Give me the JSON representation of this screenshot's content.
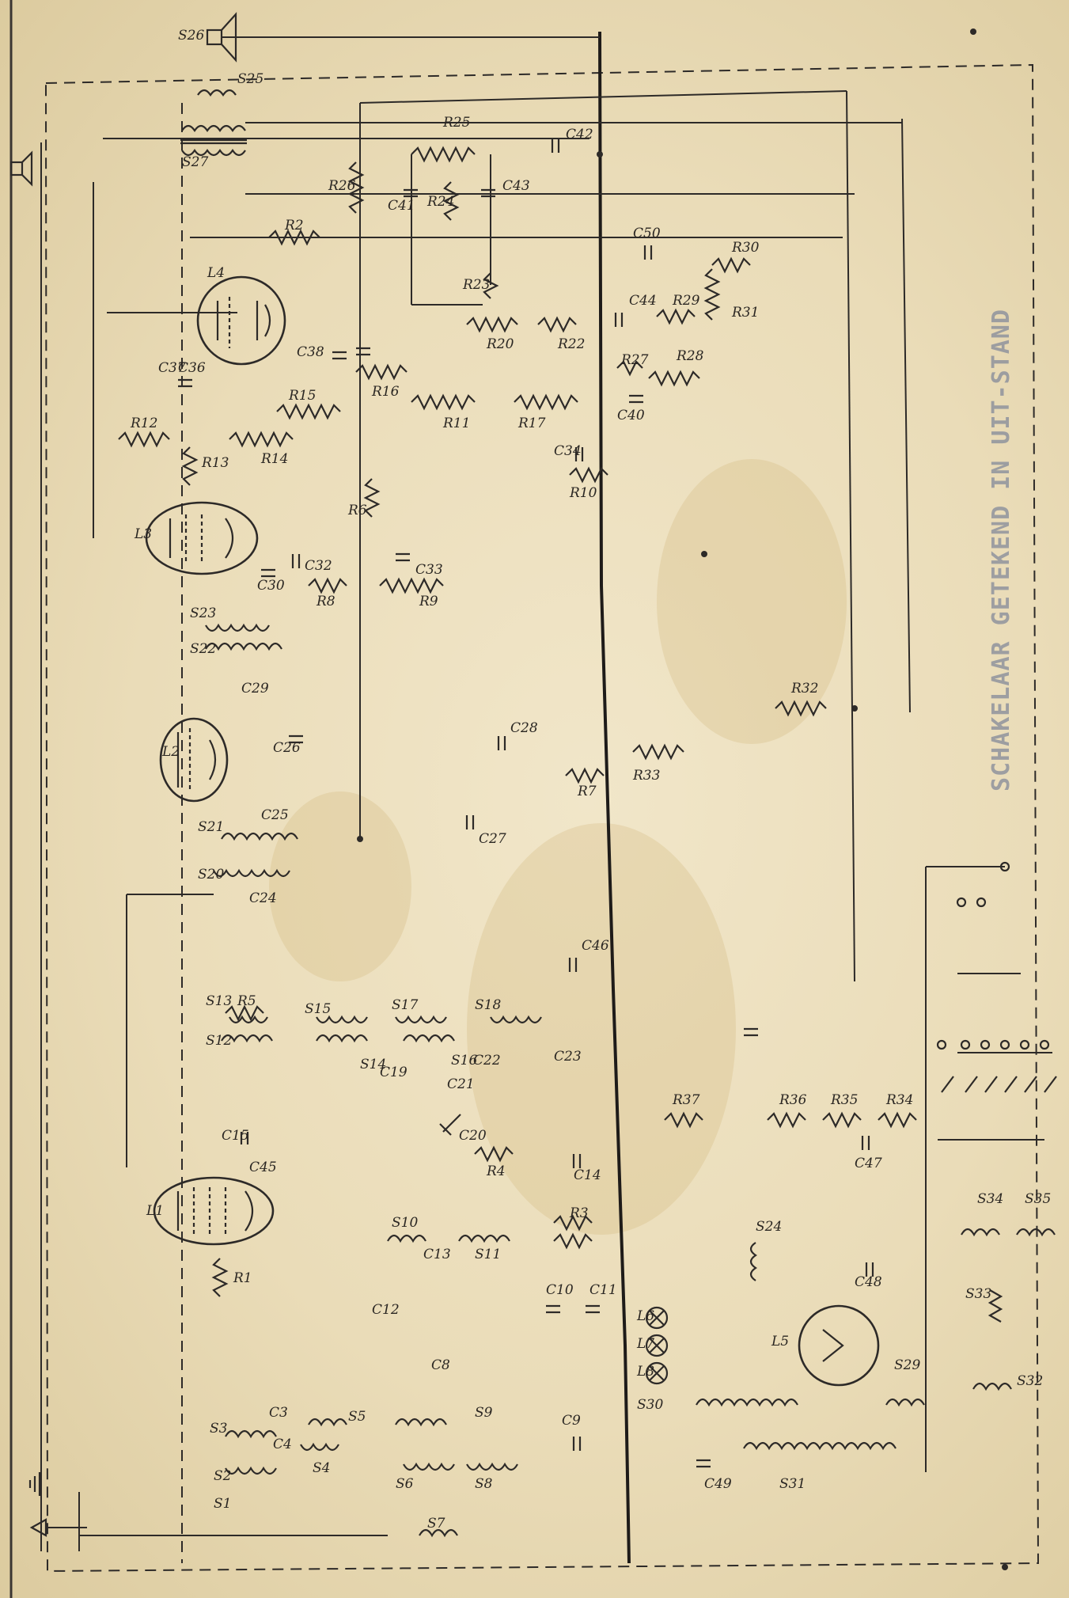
{
  "stamp_text": "SCHAKELAAR GETEKEND IN UIT-STAND",
  "tubes": [
    "L1",
    "L2",
    "L3",
    "L4",
    "L5"
  ],
  "lamp_labels": [
    "L6",
    "L7",
    "L8"
  ],
  "resistors": [
    "R1",
    "R2",
    "R3",
    "R4",
    "R5",
    "R6",
    "R7",
    "R8",
    "R9",
    "R10",
    "R11",
    "R12",
    "R13",
    "R14",
    "R15",
    "R16",
    "R17",
    "R20",
    "R22",
    "R23",
    "R24",
    "R25",
    "R26",
    "R27",
    "R28",
    "R29",
    "R30",
    "R31",
    "R32",
    "R33",
    "R34",
    "R35",
    "R36",
    "R37"
  ],
  "capacitors": [
    "C3",
    "C4",
    "C8",
    "C9",
    "C10",
    "C11",
    "C12",
    "C13",
    "C14",
    "C15",
    "C19",
    "C20",
    "C21",
    "C22",
    "C23",
    "C24",
    "C25",
    "C26",
    "C27",
    "C28",
    "C29",
    "C30",
    "C32",
    "C33",
    "C34",
    "C36",
    "C37",
    "C38",
    "C40",
    "C41",
    "C42",
    "C43",
    "C44",
    "C45",
    "C46",
    "C47",
    "C48",
    "C49",
    "C50"
  ],
  "coils": [
    "S1",
    "S2",
    "S3",
    "S4",
    "S5",
    "S6",
    "S7",
    "S8",
    "S9",
    "S10",
    "S11",
    "S12",
    "S13",
    "S14",
    "S15",
    "S16",
    "S17",
    "S18",
    "S20",
    "S21",
    "S22",
    "S23",
    "S24",
    "S25",
    "S26",
    "S27",
    "S29",
    "S30",
    "S31",
    "S32",
    "S33",
    "S34",
    "S35"
  ]
}
